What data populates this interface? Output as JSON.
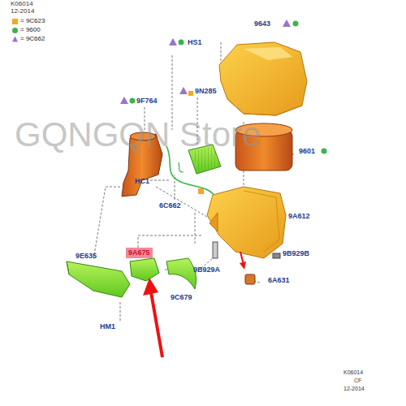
{
  "diagram": {
    "nodes": [
      {
        "text": [
          "9A675"
        ]
      }
    ],
    "labels": [
      "K06014",
      "12-2014",
      "9643",
      "HS1",
      "9N285",
      "9F764",
      "9601",
      "HC1",
      "6C662",
      "9A612",
      "9B929B",
      "9E635",
      "9B929A",
      "6A631",
      "9C679",
      "HM1",
      "K06014",
      "CF",
      "12-2014",
      "GQNGQN Store"
    ],
    "legend": [
      {
        "text": "= 9C623",
        "color": "#f5a623"
      },
      {
        "text": "= 9600",
        "color": "#3cb44b"
      },
      {
        "text": "= 9C662",
        "color": "#9b72c9"
      }
    ]
  }
}
